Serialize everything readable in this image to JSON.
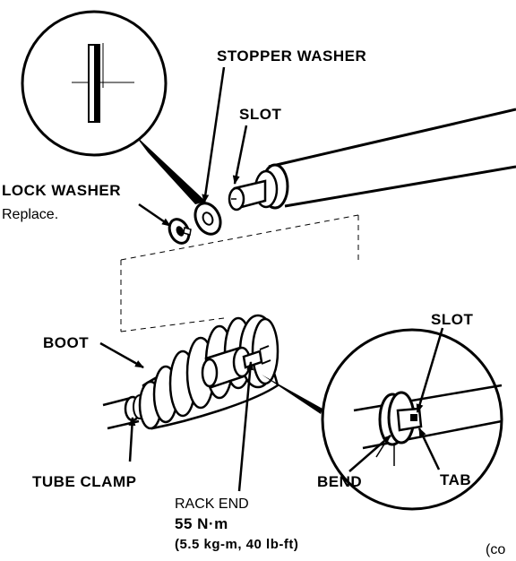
{
  "labels": {
    "stopper_washer": "STOPPER WASHER",
    "slot_top": "SLOT",
    "lock_washer": "LOCK WASHER",
    "replace": "Replace.",
    "boot": "BOOT",
    "slot_detail": "SLOT",
    "tube_clamp": "TUBE CLAMP",
    "rack_end": "RACK END",
    "torque_nm": "55 N·m",
    "torque_alt": "(5.5 kg-m, 40 lb-ft)",
    "bend": "BEND",
    "tab": "TAB",
    "continued": "(co"
  }
}
